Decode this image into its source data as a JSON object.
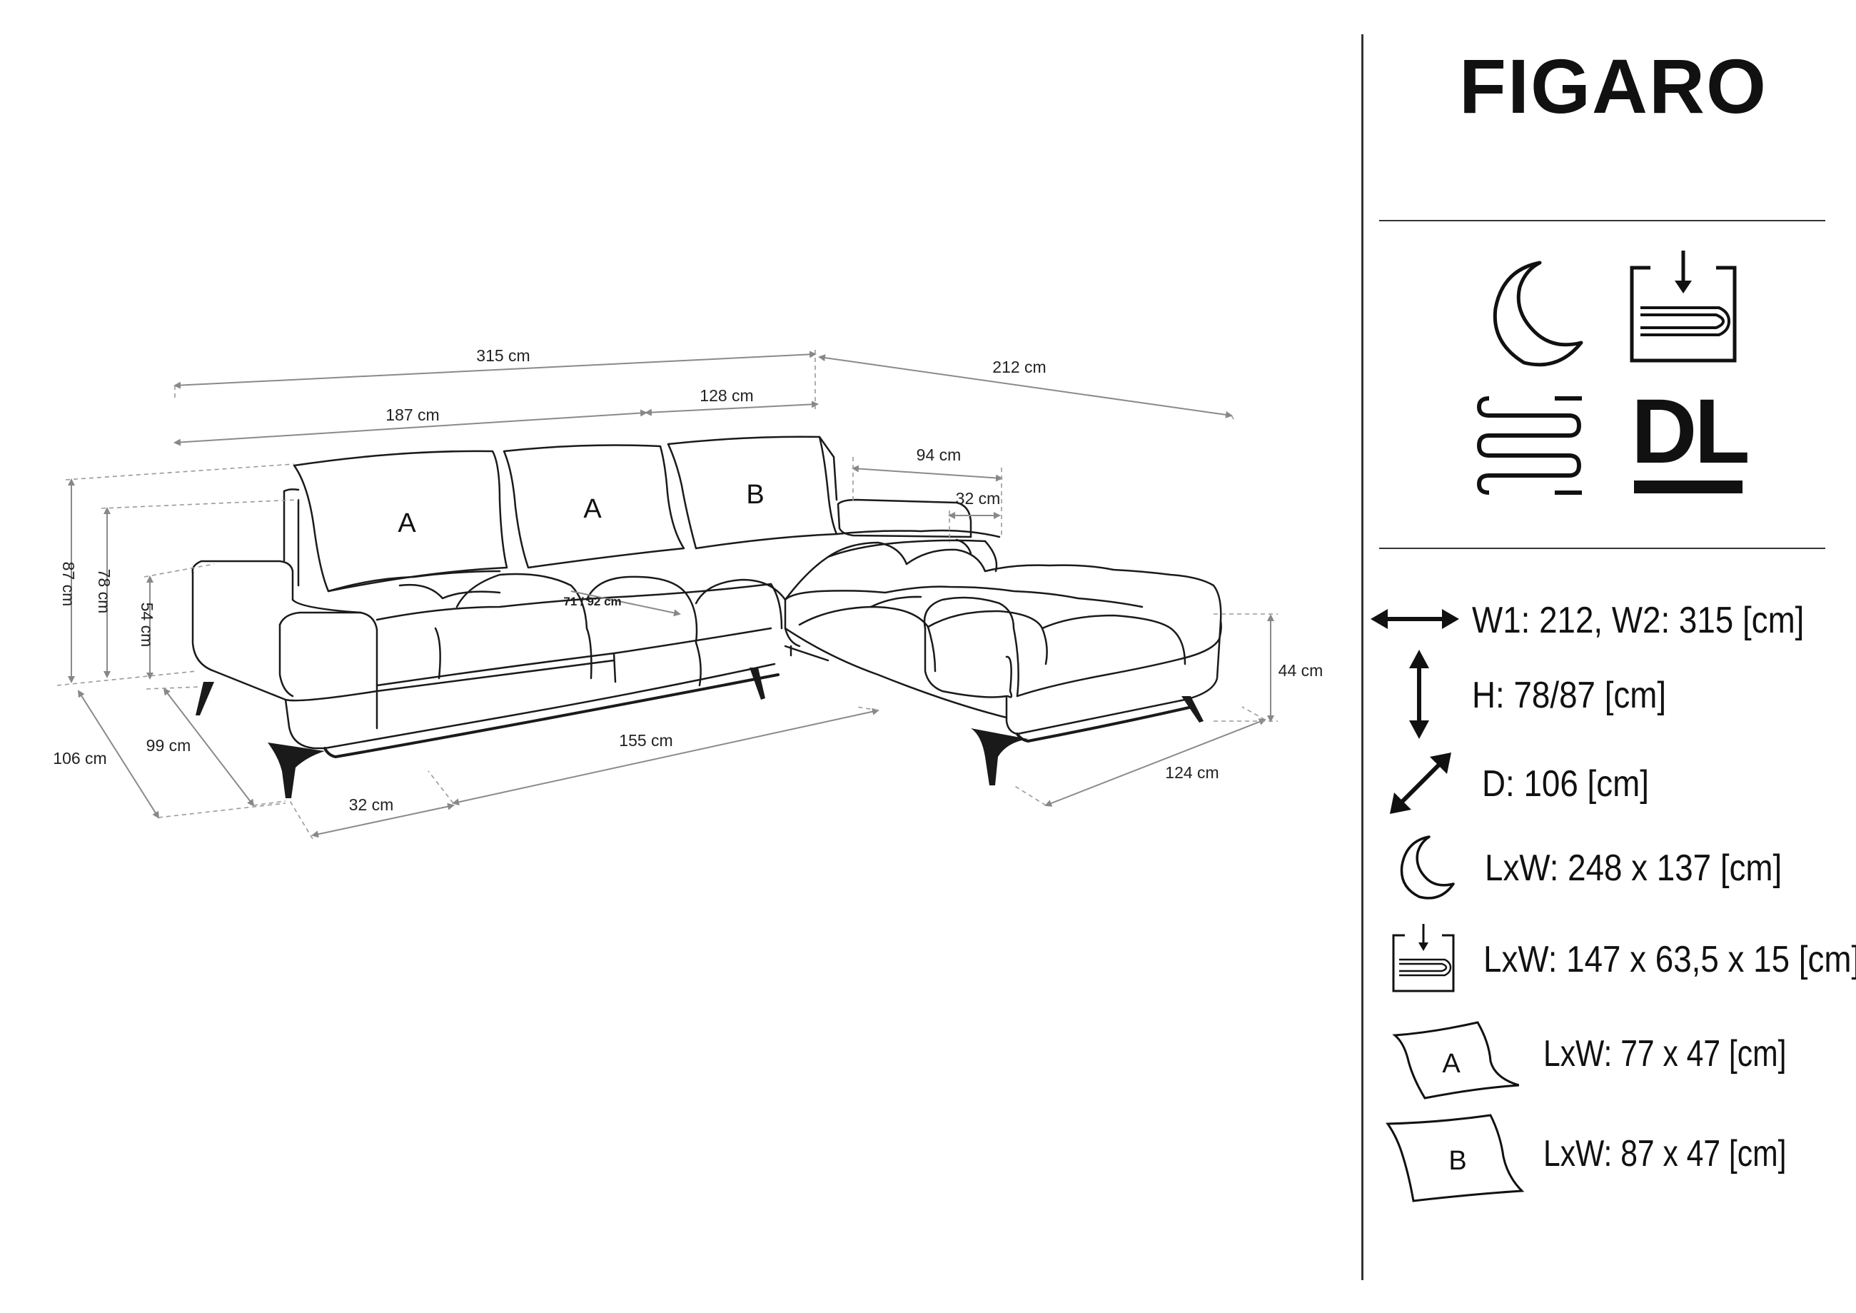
{
  "product": {
    "name": "FIGARO"
  },
  "feature_icons": [
    "sleep-function-icon",
    "storage-container-icon",
    "spring-seat-icon",
    "dl-badge-icon"
  ],
  "badge": {
    "text": "DL"
  },
  "dimensions": {
    "w2_total": "315 cm",
    "w1_total": "212 cm",
    "back_section": "187 cm",
    "corner_section": "128 cm",
    "chaise_width": "94 cm",
    "armrest_right": "32 cm",
    "height_total": "87 cm",
    "height_back": "78 cm",
    "height_seat_back": "54 cm",
    "seat_depth": "71 / 92 cm",
    "depth_total": "106 cm",
    "depth_seat": "99 cm",
    "seat_length": "155 cm",
    "armrest_left": "32 cm",
    "seat_height": "44 cm",
    "chaise_length": "124 cm"
  },
  "cushions": {
    "a1": "A",
    "a2": "A",
    "b": "B"
  },
  "specs": [
    {
      "icon": "width-arrows-icon",
      "text": "W1: 212, W2: 315 [cm]"
    },
    {
      "icon": "height-arrows-icon",
      "text": "H: 78/87 [cm]"
    },
    {
      "icon": "depth-arrows-icon",
      "text": "D: 106 [cm]"
    },
    {
      "icon": "moon-icon",
      "text": "LxW: 248 x 137 [cm]"
    },
    {
      "icon": "storage-box-icon",
      "text": "LxW: 147 x 63,5 x 15 [cm]"
    },
    {
      "icon": "pillow-a-icon",
      "label": "A",
      "text": "LxW: 77 x 47 [cm]"
    },
    {
      "icon": "pillow-b-icon",
      "label": "B",
      "text": "LxW: 87 x 47 [cm]"
    }
  ]
}
